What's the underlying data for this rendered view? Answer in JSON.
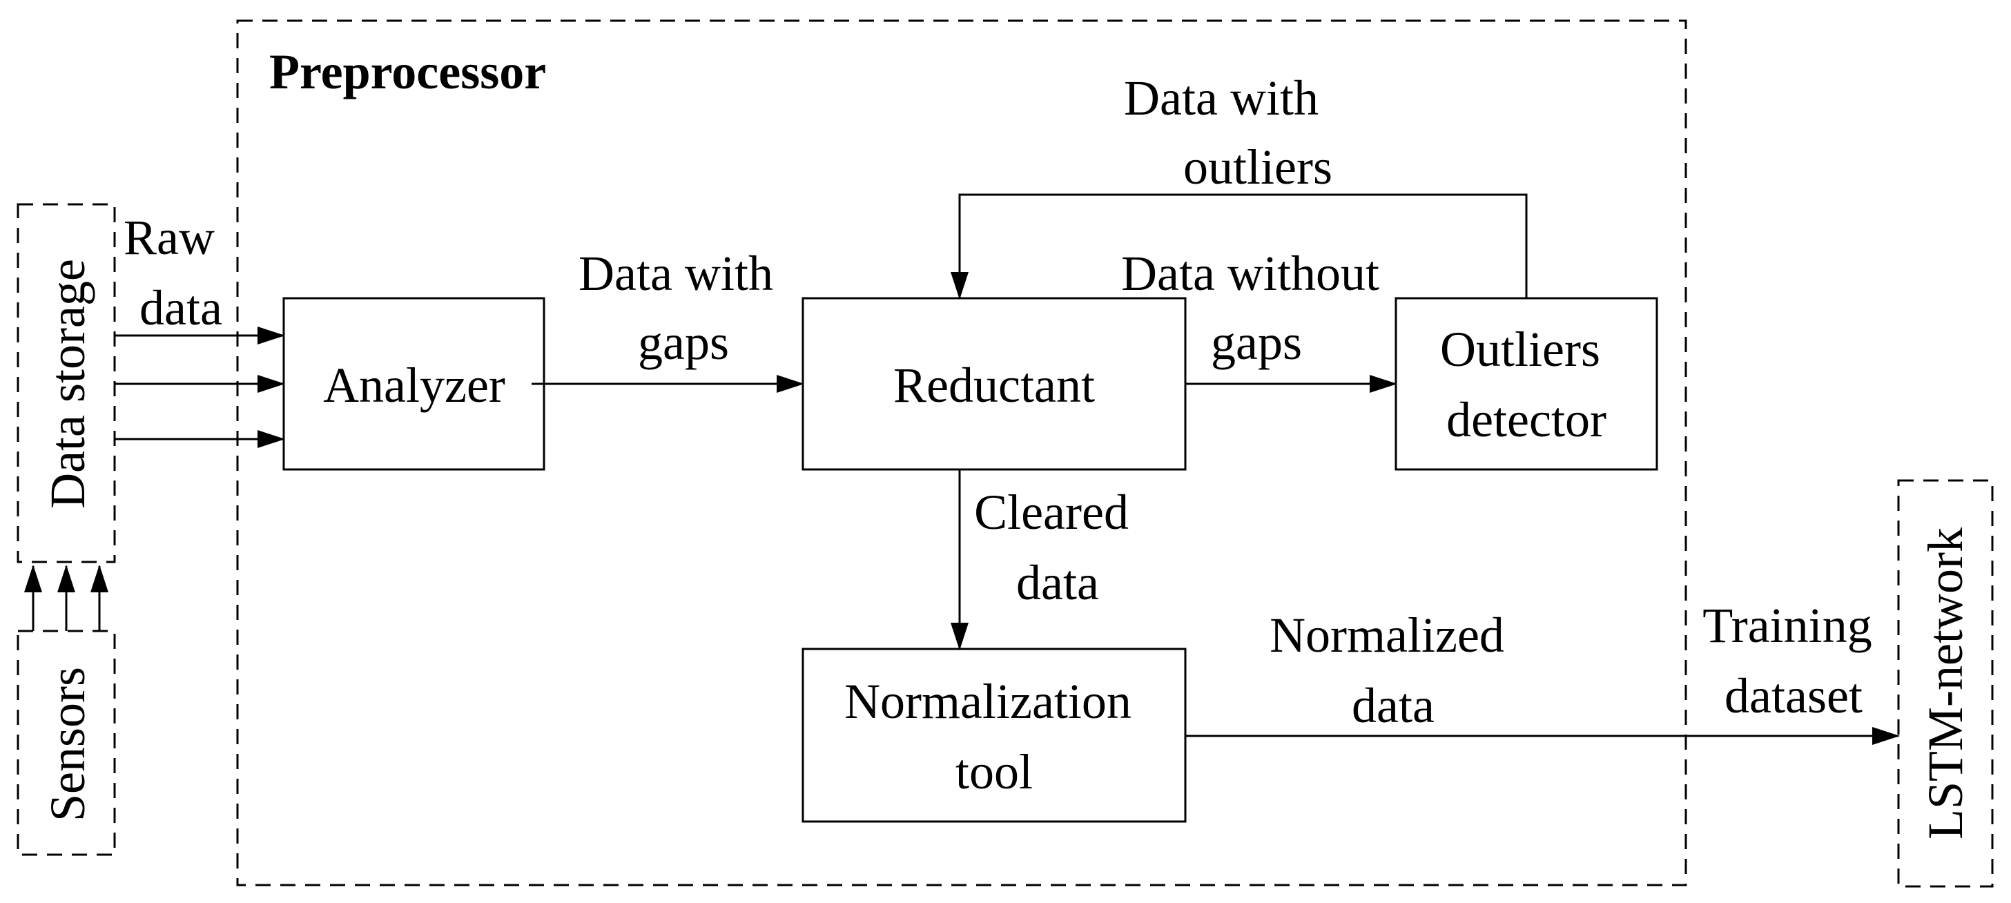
{
  "preprocessor_title": "Preprocessor",
  "containers": {
    "data_storage": "Data storage",
    "sensors": "Sensors",
    "lstm": "LSTM-network"
  },
  "blocks": {
    "analyzer": "Analyzer",
    "reductant": "Reductant",
    "outliers_detector": [
      "Outliers",
      "detector"
    ],
    "normalization_tool": [
      "Normalization",
      "tool"
    ]
  },
  "flows": {
    "raw_data": [
      "Raw",
      "data"
    ],
    "data_with_gaps": [
      "Data with",
      "gaps"
    ],
    "data_without_gaps": [
      "Data without",
      "gaps"
    ],
    "data_with_outliers": [
      "Data with",
      "outliers"
    ],
    "cleared_data": [
      "Cleared",
      "data"
    ],
    "normalized_data": [
      "Normalized",
      "data"
    ],
    "training_dataset": [
      "Training",
      "dataset"
    ]
  }
}
